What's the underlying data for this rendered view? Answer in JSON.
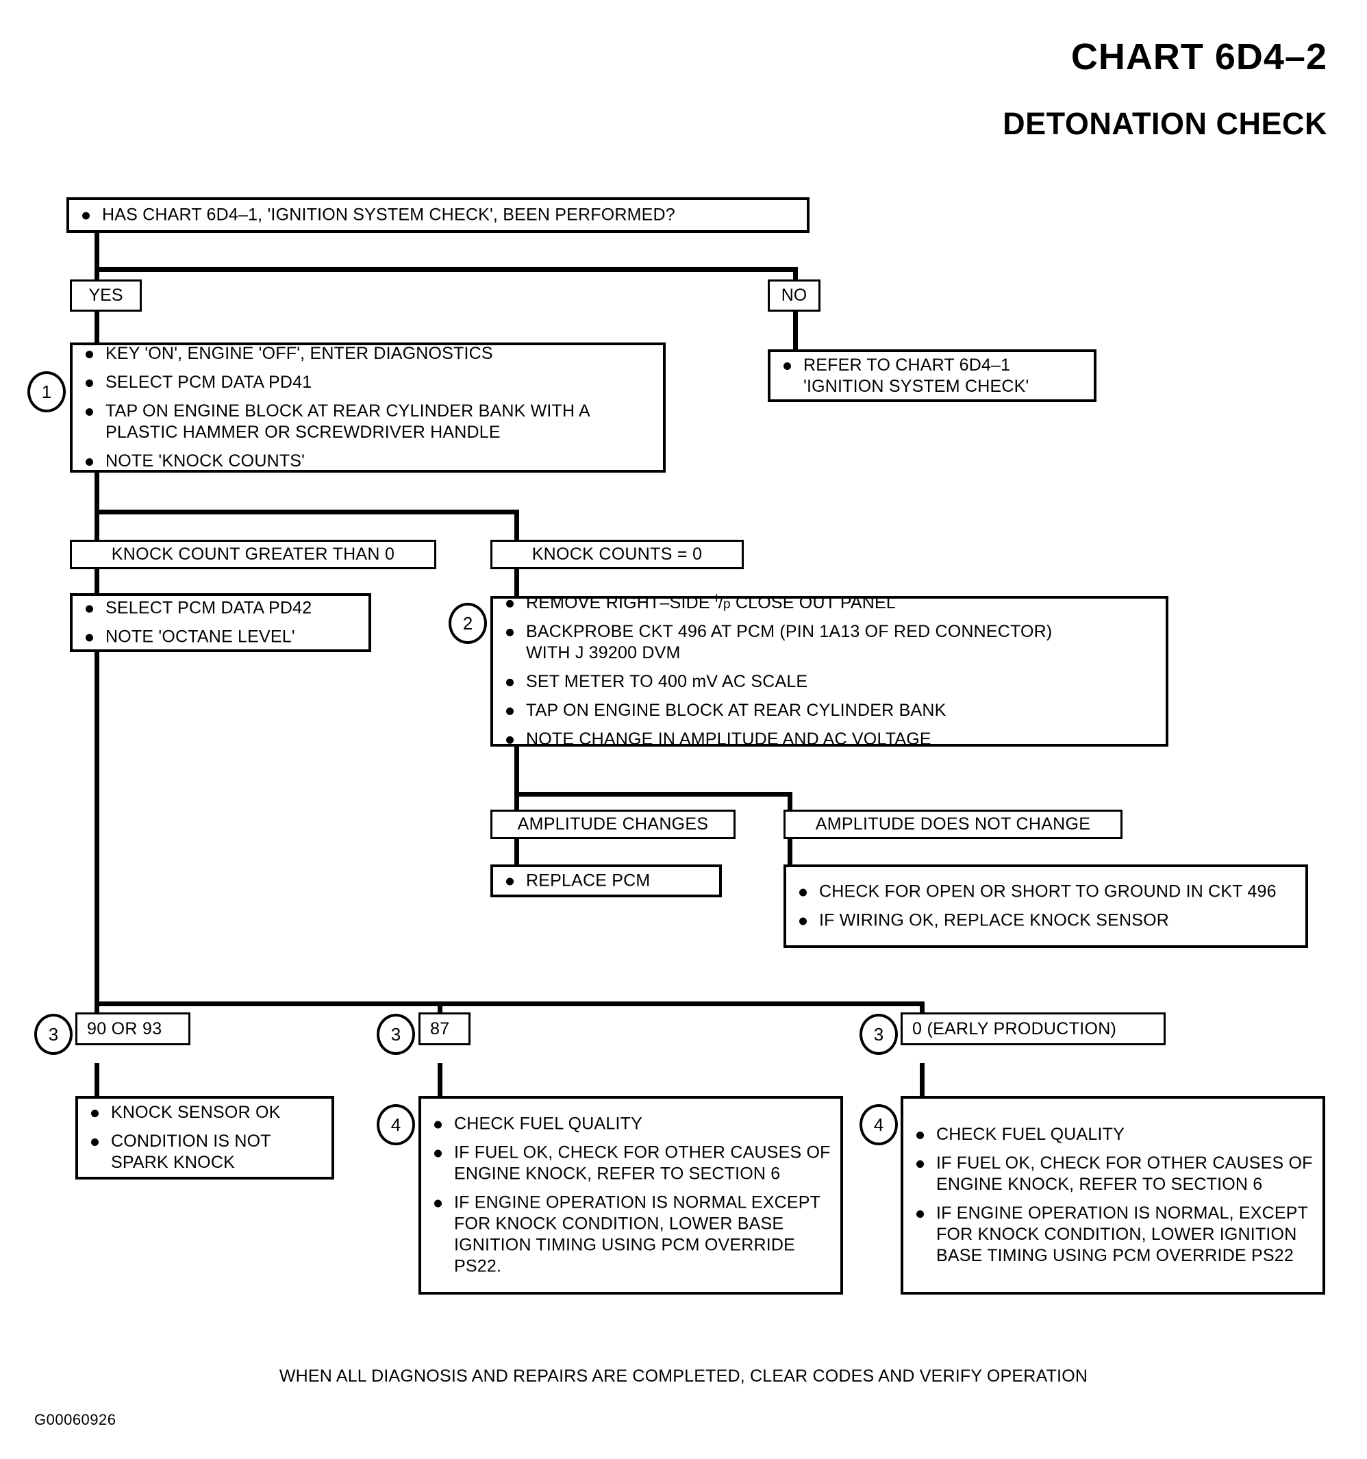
{
  "header": {
    "chart_title": "CHART 6D4–2",
    "chart_subtitle": "DETONATION CHECK"
  },
  "nodes": {
    "question": {
      "bullets": [
        "HAS CHART 6D4–1, 'IGNITION SYSTEM CHECK', BEEN PERFORMED?"
      ]
    },
    "yes_label": "YES",
    "no_label": "NO",
    "step1": {
      "marker": "1",
      "bullets": [
        "KEY 'ON', ENGINE 'OFF', ENTER DIAGNOSTICS",
        "SELECT PCM DATA PD41",
        "TAP ON ENGINE BLOCK AT REAR CYLINDER BANK WITH A PLASTIC HAMMER OR SCREWDRIVER HANDLE",
        "NOTE 'KNOCK COUNTS'"
      ]
    },
    "refer_6d4_1": {
      "bullets": [
        "REFER TO CHART 6D4–1 'IGNITION SYSTEM CHECK'"
      ]
    },
    "knock_gt_0": "KNOCK COUNT GREATER THAN 0",
    "knock_eq_0": "KNOCK COUNTS = 0",
    "pd42": {
      "bullets": [
        "SELECT PCM DATA PD42",
        "NOTE 'OCTANE LEVEL'"
      ]
    },
    "step2": {
      "marker": "2",
      "bullets": [
        "REMOVE RIGHT–SIDE I/P CLOSE OUT PANEL",
        "BACKPROBE CKT 496 AT PCM (PIN 1A13 OF RED CONNECTOR) WITH J 39200 DVM",
        "SET  METER TO 400 mV AC SCALE",
        "TAP ON ENGINE BLOCK AT REAR CYLINDER BANK",
        "NOTE CHANGE IN AMPLITUDE AND AC VOLTAGE"
      ],
      "bullet1_prefix": "REMOVE RIGHT–SIDE ",
      "bullet1_frac_num": "I",
      "bullet1_frac_den": "p",
      "bullet1_suffix": " CLOSE OUT PANEL",
      "bullet2_line1": "BACKPROBE CKT 496 AT PCM (PIN 1A13 OF RED CONNECTOR)",
      "bullet2_line2": "WITH J  39200 DVM"
    },
    "amp_changes": "AMPLITUDE CHANGES",
    "amp_no_change": "AMPLITUDE DOES NOT CHANGE",
    "replace_pcm": {
      "bullets": [
        "REPLACE  PCM"
      ]
    },
    "check_open_short": {
      "bullets": [
        "CHECK FOR OPEN OR SHORT TO GROUND IN CKT 496",
        "IF WIRING OK, REPLACE KNOCK SENSOR"
      ]
    },
    "octane_90_93": {
      "marker": "3",
      "label": "90 OR 93"
    },
    "octane_87": {
      "marker": "3",
      "label": "87"
    },
    "octane_0": {
      "marker": "3",
      "label": "0 (EARLY PRODUCTION)"
    },
    "knock_sensor_ok": {
      "bullets": [
        "KNOCK SENSOR OK",
        "CONDITION IS NOT SPARK KNOCK"
      ]
    },
    "fuel_check_87": {
      "marker": "4",
      "bullets": [
        "CHECK FUEL QUALITY",
        "IF FUEL OK, CHECK FOR OTHER CAUSES OF ENGINE KNOCK, REFER TO SECTION 6",
        "IF ENGINE OPERATION IS NORMAL EXCEPT FOR KNOCK CONDITION, LOWER BASE IGNITION TIMING USING PCM OVERRIDE PS22."
      ]
    },
    "fuel_check_0": {
      "marker": "4",
      "bullets": [
        "CHECK FUEL QUALITY",
        "IF FUEL OK, CHECK FOR OTHER CAUSES OF ENGINE KNOCK, REFER TO SECTION 6",
        "IF ENGINE OPERATION IS NORMAL, EXCEPT FOR KNOCK CONDITION, LOWER IGNITION BASE TIMING USING PCM OVERRIDE PS22"
      ]
    }
  },
  "footer": {
    "note": "WHEN ALL DIAGNOSIS AND REPAIRS ARE COMPLETED, CLEAR CODES AND VERIFY OPERATION",
    "doc_id": "G00060926"
  },
  "colors": {
    "ink": "#000000",
    "paper": "#ffffff"
  }
}
